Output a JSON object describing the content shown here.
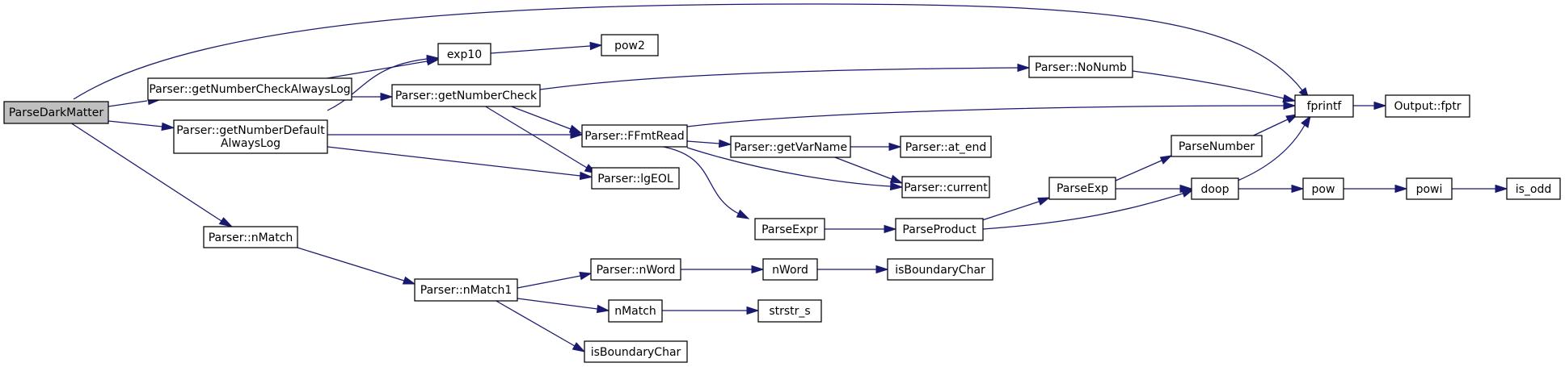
{
  "graph": {
    "root_fill": "#bfbfbf",
    "node_fill": "#ffffff",
    "edge_color": "#191970",
    "nodes": {
      "ParseDarkMatter": "ParseDarkMatter",
      "getNumberCheckAlwaysLog": "Parser::getNumberCheckAlwaysLog",
      "getNumberDefaultAlwaysLog_1": "Parser::getNumberDefault",
      "getNumberDefaultAlwaysLog_2": "AlwaysLog",
      "nMatch_parser": "Parser::nMatch",
      "exp10": "exp10",
      "pow2": "pow2",
      "getNumberCheck": "Parser::getNumberCheck",
      "NoNumb": "Parser::NoNumb",
      "FFmtRead": "Parser::FFmtRead",
      "lgEOL": "Parser::lgEOL",
      "getVarName": "Parser::getVarName",
      "at_end": "Parser::at_end",
      "current": "Parser::current",
      "fprintf": "fprintf",
      "Output_fptr": "Output::fptr",
      "ParseNumber": "ParseNumber",
      "ParseExp": "ParseExp",
      "doop": "doop",
      "pow": "pow",
      "powi": "powi",
      "is_odd": "is_odd",
      "ParseExpr": "ParseExpr",
      "ParseProduct": "ParseProduct",
      "nMatch1": "Parser::nMatch1",
      "nWord_parser": "Parser::nWord",
      "nWord": "nWord",
      "isBoundaryChar_1": "isBoundaryChar",
      "nMatch": "nMatch",
      "strstr_s": "strstr_s",
      "isBoundaryChar_2": "isBoundaryChar"
    }
  }
}
